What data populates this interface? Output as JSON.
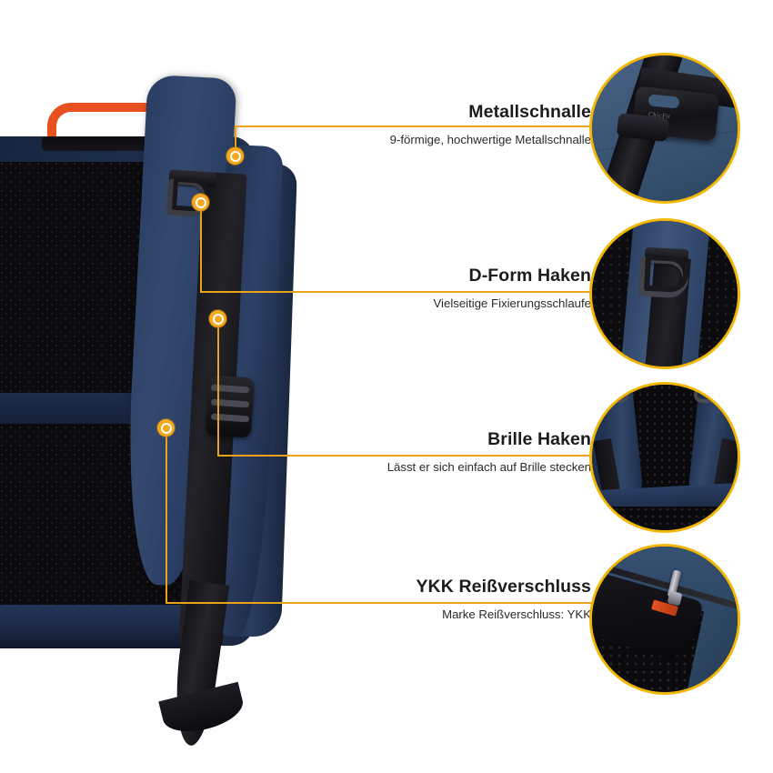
{
  "page": {
    "background_color": "#ffffff",
    "accent_color": "#f2b705",
    "marker_color": "#f5a81c",
    "line_color": "#e8a319",
    "product_navy": "#2b3f63",
    "product_orange": "#e8511f"
  },
  "product_image": {
    "alt": "navy blue backpack rear view with padded shoulder straps, black mesh back panel and orange carry handle",
    "parts": {
      "handle": "orange-carry-handle",
      "back_panel": "black-mesh-back-panel",
      "shoulder_strap": "navy-padded-shoulder-strap",
      "webbing": "black-webbing-strap",
      "d_ring": "d-ring-hook",
      "adjuster": "strap-adjuster-buckle"
    }
  },
  "callouts": [
    {
      "id": "metallschnalle",
      "title": "Metallschnalle",
      "subtitle": "9-förmige, hochwertige Metallschnalle",
      "detail_alt": "close-up of black metal buckle on navy fabric with black webbing strap"
    },
    {
      "id": "d-form-haken",
      "title": "D-Form Haken",
      "subtitle": "Vielseitige Fixierungsschlaufe",
      "detail_alt": "close-up of D-shaped metal ring hook on navy shoulder strap"
    },
    {
      "id": "brille-haken",
      "title": "Brille Haken",
      "subtitle": "Lässt er sich einfach auf Brille stecken",
      "detail_alt": "close-up of backpack back panel with both shoulder straps and mesh padding"
    },
    {
      "id": "ykk-reissverschluss",
      "title": "YKK Reißverschluss",
      "subtitle": "Marke Reißverschluss: YKK",
      "detail_alt": "close-up of YKK zipper with metal pull and orange accent on black mesh"
    }
  ]
}
